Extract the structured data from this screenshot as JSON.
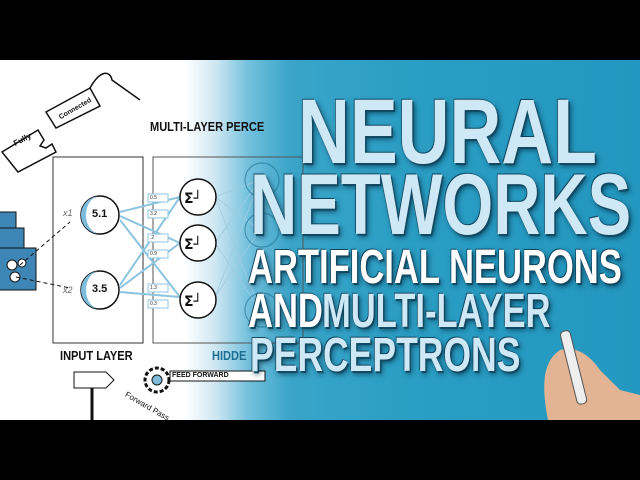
{
  "title": {
    "line1": "NEURAL",
    "line2": "NETWORKS",
    "line3": "ARTIFICIAL NEURONS",
    "line4a": "AND",
    "line4b": "MULTI-LAYER",
    "line5": "PERCEPTRONS"
  },
  "diagram": {
    "heading": "MULTI-LAYER PERCE",
    "puzzle": [
      "Fully",
      "Connected"
    ],
    "inputs": [
      {
        "label": "x1",
        "value": "5.1"
      },
      {
        "label": "x2",
        "value": "3.5"
      }
    ],
    "weights": [
      "0.5",
      "3.2",
      ".2",
      "0.9",
      "1.3",
      "0.3"
    ],
    "input_layer": "INPUT LAYER",
    "hidden_layer": "HIDDE",
    "feed_forward": "FEED FORWARD",
    "forward_pass": "Forward Pass"
  },
  "colors": {
    "background": "#2b9ec4",
    "title_text": "#cfe8f5",
    "accent_text": "#ffffff",
    "diagram_blue": "#7fbcdc"
  }
}
